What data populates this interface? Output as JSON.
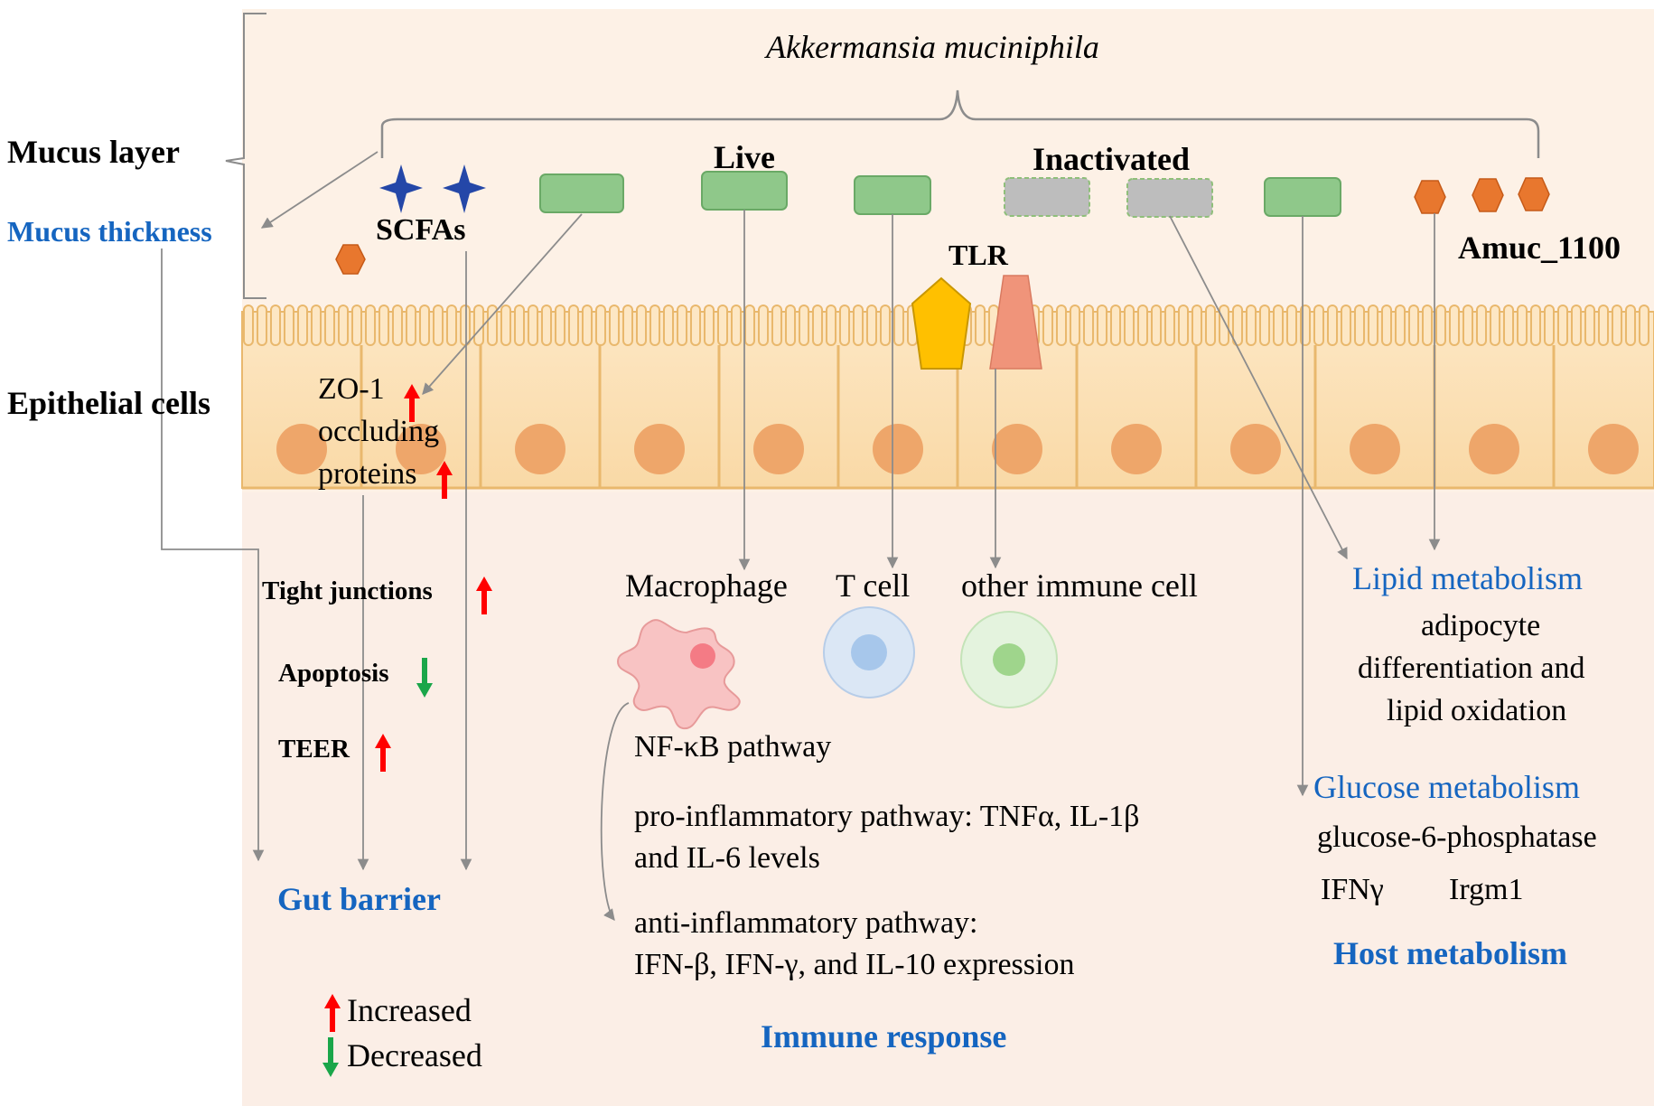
{
  "title": "Akkermansia muciniphila",
  "forms": {
    "live": "Live",
    "inactivated": "Inactivated"
  },
  "left_labels": {
    "mucus_layer": "Mucus layer",
    "mucus_thickness": "Mucus thickness",
    "epithelial_cells": "Epithelial cells"
  },
  "molecules": {
    "scfas": "SCFAs",
    "tlr": "TLR",
    "amuc": "Amuc_1100"
  },
  "epithelial_effects": {
    "zo1": "ZO-1",
    "occluding": "occluding",
    "proteins": "proteins"
  },
  "gut_barrier": {
    "tight_junctions": "Tight junctions",
    "apoptosis": "Apoptosis",
    "teer": "TEER",
    "heading": "Gut barrier"
  },
  "legend": {
    "increased": "Increased",
    "decreased": "Decreased"
  },
  "immune": {
    "macrophage": "Macrophage",
    "t_cell": "T cell",
    "other": "other immune cell",
    "nfkb": "NF-κB pathway",
    "pro_line1": "pro-inflammatory pathway: TNFα, IL-1β",
    "pro_line2": "and IL-6 levels",
    "anti_line1": "anti-inflammatory pathway:",
    "anti_line2": "IFN-β, IFN-γ, and IL-10 expression",
    "heading": "Immune response"
  },
  "host": {
    "lipid": "Lipid metabolism",
    "lipid_l1": "adipocyte",
    "lipid_l2": "differentiation and",
    "lipid_l3": "lipid oxidation",
    "glucose": "Glucose metabolism",
    "glucose_l1": "glucose-6-phosphatase",
    "ifn": "IFNγ",
    "irgm": "Irgm1",
    "heading": "Host metabolism"
  },
  "colors": {
    "background": "#fbf1e8",
    "mucus": "#fdf0e4",
    "cell_fill": "#fbe0b4",
    "cell_border": "#e9b86d",
    "nucleus": "#eea66a",
    "bacteria_live": "#8fc88a",
    "bacteria_inactive": "#bdbdbd",
    "hexagon": "#e8772e",
    "star": "#2447a8",
    "tlr_pentagon": "#ffc000",
    "tlr_trapezoid": "#f0947a",
    "arrow_up": "#ff0000",
    "arrow_down": "#1aa64a",
    "heading_blue": "#1565c0"
  }
}
